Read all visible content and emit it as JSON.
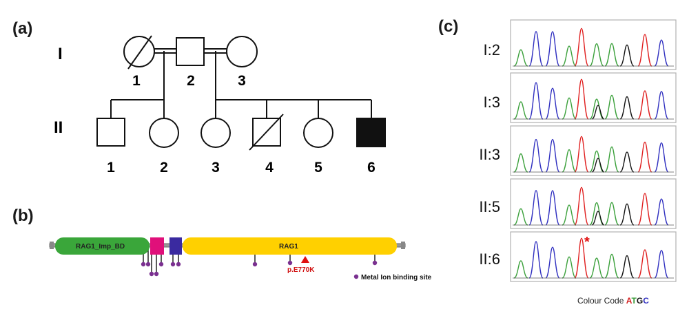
{
  "panels": {
    "a": "(a)",
    "b": "(b)",
    "c": "(c)"
  },
  "pedigree": {
    "generation_I": "I",
    "generation_II": "II",
    "gen_I_labels": [
      "1",
      "2",
      "3"
    ],
    "gen_II_labels": [
      "1",
      "2",
      "3",
      "4",
      "5",
      "6"
    ]
  },
  "protein": {
    "domain1_label": "RAG1_Imp_BD",
    "domain2_label": "RAG1",
    "variant_label": "p.E770K",
    "legend_label": "Metal Ion binding site",
    "colors": {
      "domain1": "#3aa63a",
      "domain2": "#ffd000",
      "box_magenta": "#e0107a",
      "box_purple": "#3a2aa0",
      "pin": "#7a3090",
      "variant": "#e01010"
    }
  },
  "chromatograms": {
    "labels": [
      "I:2",
      "I:3",
      "II:3",
      "II:5",
      "II:6"
    ],
    "mutation_marker": "*",
    "colour_code_prefix": "Colour Code ",
    "colour_code_letters": [
      "A",
      "T",
      "G",
      "C"
    ],
    "trace_colors": {
      "A": "#e02020",
      "T": "#3aa03a",
      "G": "#111111",
      "C": "#3030c0"
    }
  }
}
